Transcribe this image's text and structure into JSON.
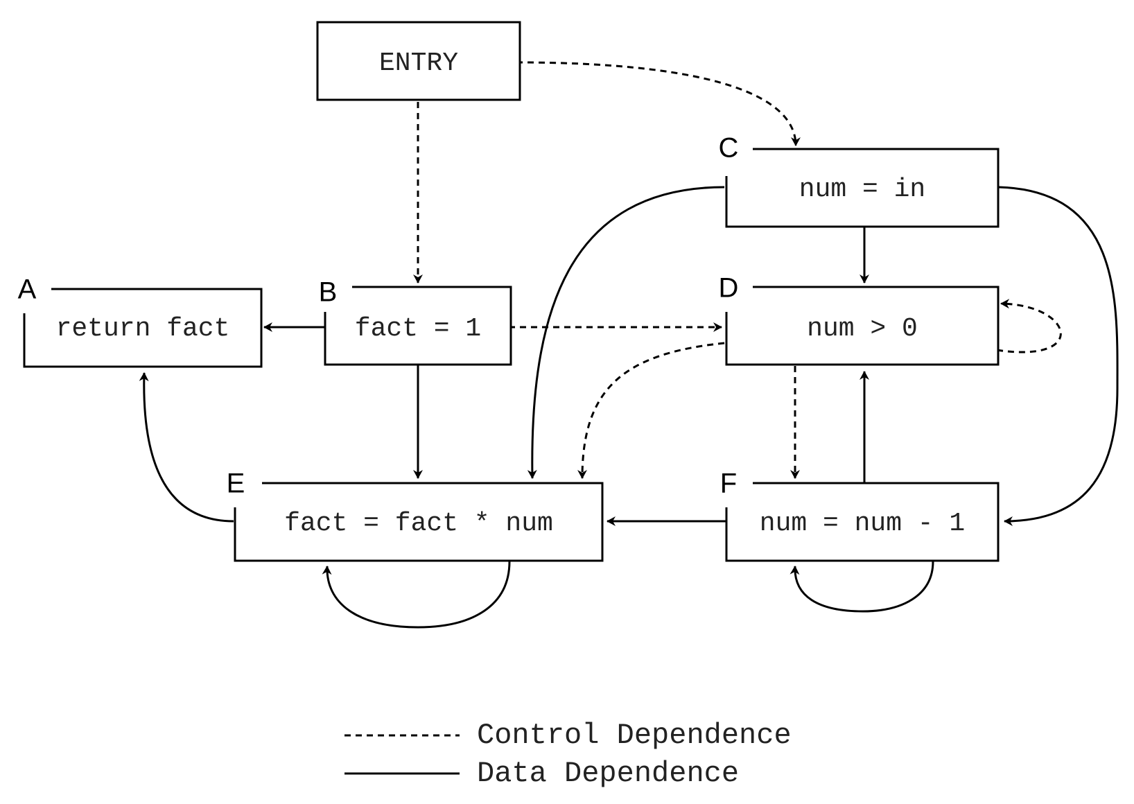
{
  "nodes": {
    "entry": {
      "text": "ENTRY"
    },
    "a": {
      "letter": "A",
      "text": "return fact"
    },
    "b": {
      "letter": "B",
      "text": "fact = 1"
    },
    "c": {
      "letter": "C",
      "text": "num = in"
    },
    "d": {
      "letter": "D",
      "text": "num > 0"
    },
    "e": {
      "letter": "E",
      "text": "fact = fact * num"
    },
    "f": {
      "letter": "F",
      "text": "num = num - 1"
    }
  },
  "edges": [
    {
      "from": "entry",
      "to": "b",
      "kind": "control"
    },
    {
      "from": "entry",
      "to": "c",
      "kind": "control"
    },
    {
      "from": "b",
      "to": "d",
      "kind": "control"
    },
    {
      "from": "d",
      "to": "d",
      "kind": "control"
    },
    {
      "from": "d",
      "to": "e",
      "kind": "control"
    },
    {
      "from": "d",
      "to": "f",
      "kind": "control"
    },
    {
      "from": "b",
      "to": "a",
      "kind": "data"
    },
    {
      "from": "b",
      "to": "e",
      "kind": "data"
    },
    {
      "from": "c",
      "to": "d",
      "kind": "data"
    },
    {
      "from": "c",
      "to": "e",
      "kind": "data"
    },
    {
      "from": "c",
      "to": "f",
      "kind": "data"
    },
    {
      "from": "e",
      "to": "a",
      "kind": "data"
    },
    {
      "from": "e",
      "to": "e",
      "kind": "data"
    },
    {
      "from": "f",
      "to": "d",
      "kind": "data"
    },
    {
      "from": "f",
      "to": "e",
      "kind": "data"
    },
    {
      "from": "f",
      "to": "f",
      "kind": "data"
    }
  ],
  "legend": {
    "control": "Control Dependence",
    "data": "Data Dependence"
  }
}
